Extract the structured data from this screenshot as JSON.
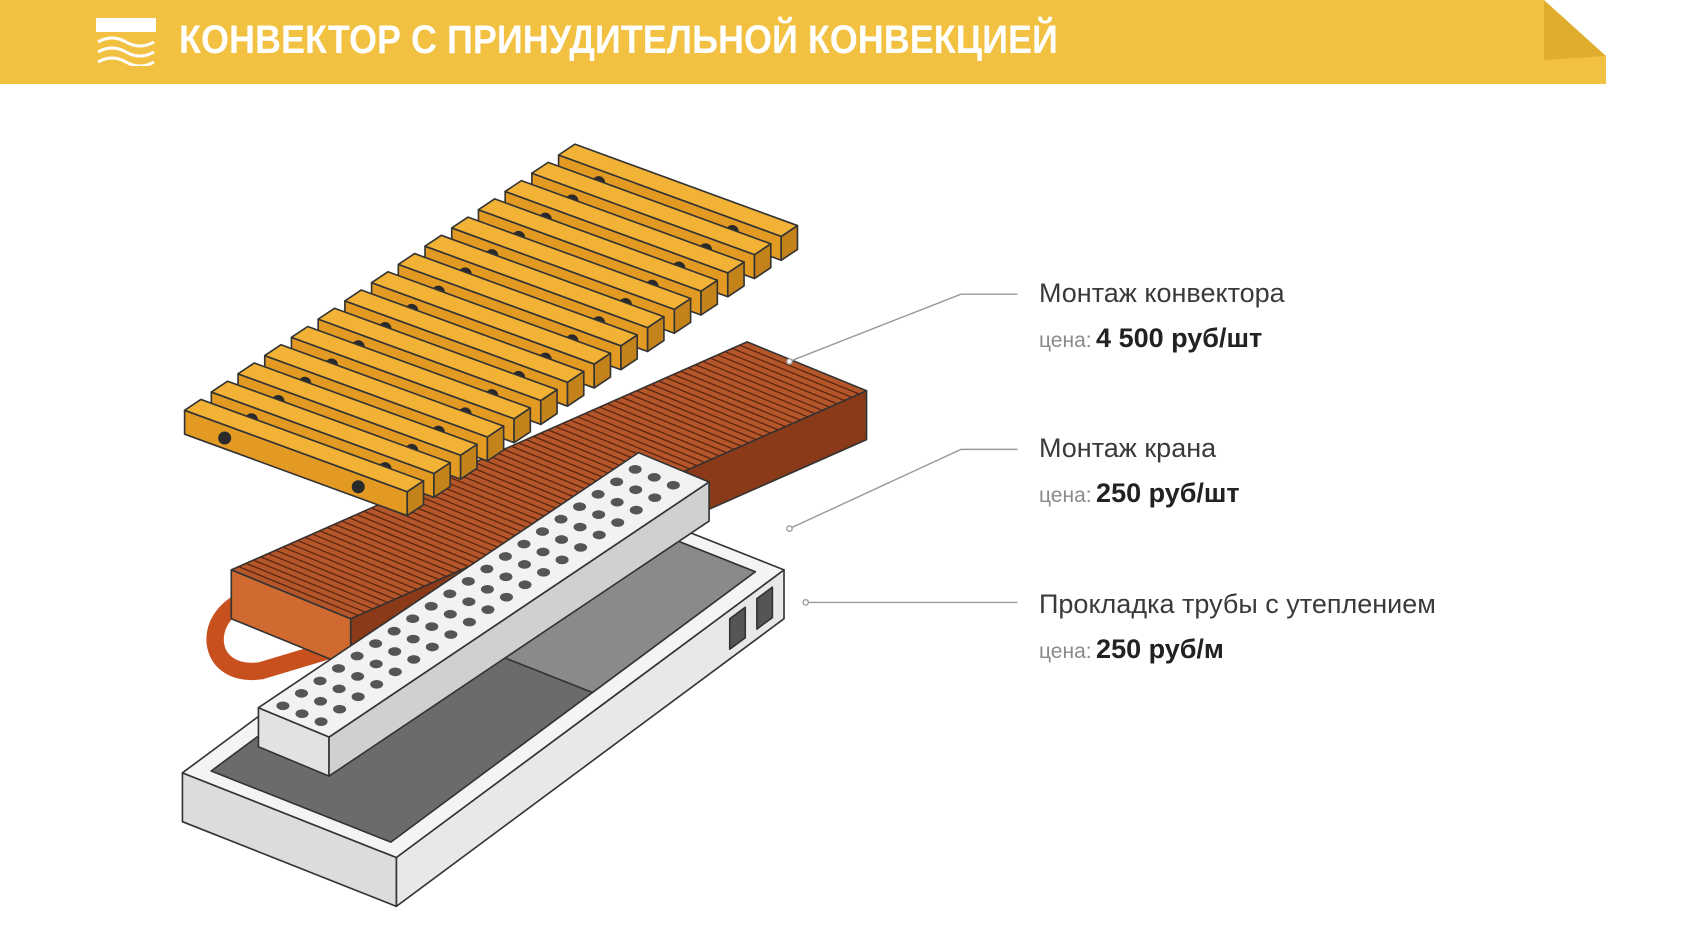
{
  "header": {
    "title": "КОНВЕКТОР С ПРИНУДИТЕЛЬНОЙ КОНВЕКЦИЕЙ",
    "logo_icon": "convection-waves-icon",
    "accent": "#f2c141"
  },
  "services": [
    {
      "name": "Монтаж конвектора",
      "price_label": "цена:",
      "price": "4 500 руб/шт"
    },
    {
      "name": "Монтаж крана",
      "price_label": "цена:",
      "price": "250 руб/шт"
    },
    {
      "name": "Прокладка трубы с утеплением",
      "price_label": "цена:",
      "price": "250 руб/м"
    }
  ]
}
